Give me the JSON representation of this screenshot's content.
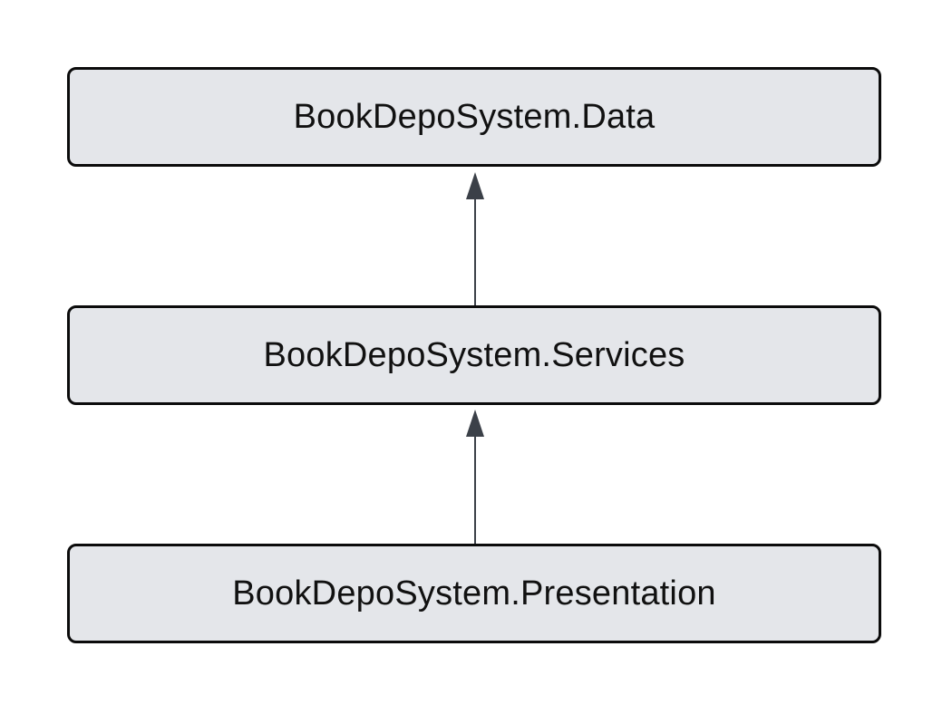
{
  "diagram": {
    "nodes": [
      {
        "id": "data",
        "label": "BookDepoSystem.Data"
      },
      {
        "id": "services",
        "label": "BookDepoSystem.Services"
      },
      {
        "id": "presentation",
        "label": "BookDepoSystem.Presentation"
      }
    ],
    "edges": [
      {
        "from": "services",
        "to": "data"
      },
      {
        "from": "presentation",
        "to": "services"
      }
    ],
    "colors": {
      "node_fill": "#e4e6ea",
      "node_border": "#0b0b0b",
      "edge": "#3b4048"
    }
  }
}
